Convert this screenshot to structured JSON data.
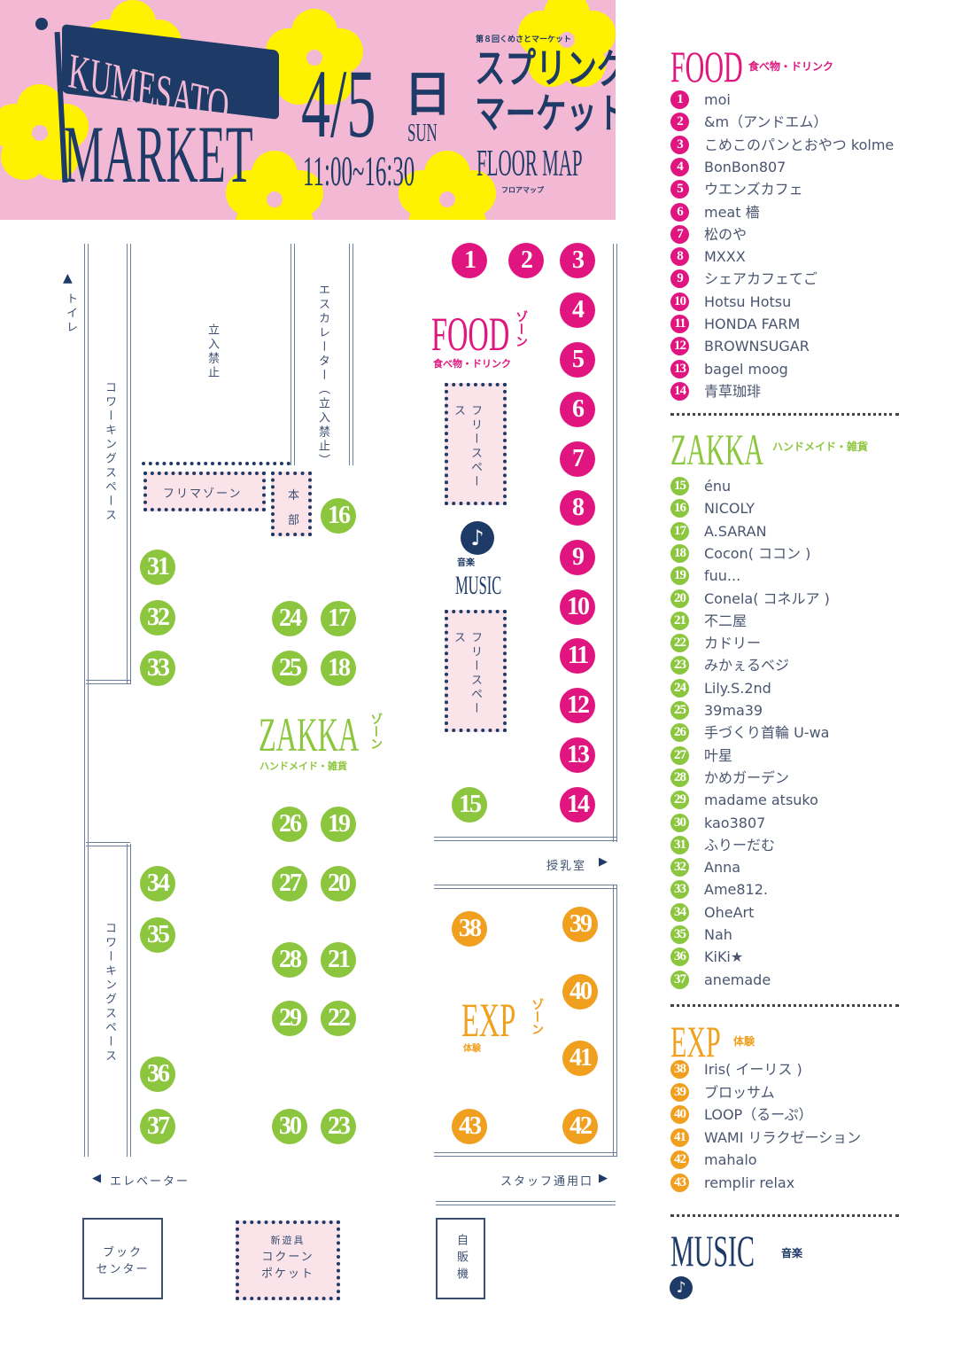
{
  "header": {
    "logo_top": "KUMESATO",
    "logo_bottom": "MARKET",
    "date": "4/5",
    "day_kanji": "日",
    "day_en": "SUN",
    "time": "11:00~16:30",
    "edition": "第８回くめさとマーケット",
    "event_name_line1": "スプリング",
    "event_name_line2": "マーケット",
    "floor_map": "FLOOR MAP",
    "floor_map_kana": "フロアマップ"
  },
  "colors": {
    "food": "#e0157f",
    "zakka": "#8cc63f",
    "exp": "#f0a01e",
    "navy": "#1e3a66",
    "header_bg": "#f3b9d4",
    "flower": "#fff200"
  },
  "map": {
    "toilet": "トイレ",
    "coworking_top": "コワーキングスペース",
    "coworking_bottom": "コワーキングスペース",
    "no_entry": "立入禁止",
    "escalator": "エスカレーター（立入禁止）",
    "flea_zone": "フリマゾーン",
    "hq": "本部",
    "free_space_1": "フリースペース",
    "free_space_2": "フリースペース",
    "food_zone": "FOOD",
    "food_zone_suffix": "ゾーン",
    "food_zone_sub": "食べ物・ドリンク",
    "music_label_jp": "音楽",
    "music_label": "MUSIC",
    "zakka_zone": "ZAKKA",
    "zakka_zone_suffix": "ゾーン",
    "zakka_zone_sub": "ハンドメイド・雑貨",
    "exp_zone": "EXP",
    "exp_zone_suffix": "ゾーン",
    "exp_zone_sub": "体験",
    "nursing_room": "授乳室",
    "elevator": "エレベーター",
    "staff_entrance": "スタッフ通用口",
    "book_center_1": "ブック",
    "book_center_2": "センター",
    "kokoon_1": "新遊具",
    "kokoon_2": "コクーン",
    "kokoon_3": "ポケット",
    "vending": "自販機"
  },
  "legend": {
    "food": {
      "title": "FOOD",
      "subtitle": "食べ物・ドリンク",
      "items": [
        {
          "no": "1",
          "name": "moi"
        },
        {
          "no": "2",
          "name": "&m（アンドエム）"
        },
        {
          "no": "3",
          "name": "こめこのパンとおやつ kolme"
        },
        {
          "no": "4",
          "name": "BonBon807"
        },
        {
          "no": "5",
          "name": "ウエンズカフェ"
        },
        {
          "no": "6",
          "name": "meat 檣"
        },
        {
          "no": "7",
          "name": "松のや"
        },
        {
          "no": "8",
          "name": "MXXX"
        },
        {
          "no": "9",
          "name": "シェアカフェてご"
        },
        {
          "no": "10",
          "name": "Hotsu Hotsu"
        },
        {
          "no": "11",
          "name": "HONDA FARM"
        },
        {
          "no": "12",
          "name": "BROWNSUGAR"
        },
        {
          "no": "13",
          "name": "bagel moog"
        },
        {
          "no": "14",
          "name": "青草珈琲"
        }
      ]
    },
    "zakka": {
      "title": "ZAKKA",
      "subtitle": "ハンドメイド・雑貨",
      "items": [
        {
          "no": "15",
          "name": "énu"
        },
        {
          "no": "16",
          "name": "NICOLY"
        },
        {
          "no": "17",
          "name": "A.SARAN"
        },
        {
          "no": "18",
          "name": "Cocon( ココン )"
        },
        {
          "no": "19",
          "name": "fuu..."
        },
        {
          "no": "20",
          "name": "Conela( コネルア )"
        },
        {
          "no": "21",
          "name": "不二屋"
        },
        {
          "no": "22",
          "name": "カドリー"
        },
        {
          "no": "23",
          "name": "みかぇるベジ"
        },
        {
          "no": "24",
          "name": "Lily.S.2nd"
        },
        {
          "no": "25",
          "name": "39ma39"
        },
        {
          "no": "26",
          "name": "手づくり首輪 U-wa"
        },
        {
          "no": "27",
          "name": "叶星"
        },
        {
          "no": "28",
          "name": "かめガーデン"
        },
        {
          "no": "29",
          "name": "madame atsuko"
        },
        {
          "no": "30",
          "name": "kao3807"
        },
        {
          "no": "31",
          "name": "ふりーだむ"
        },
        {
          "no": "32",
          "name": "Anna"
        },
        {
          "no": "33",
          "name": "Ame812."
        },
        {
          "no": "34",
          "name": "OheArt"
        },
        {
          "no": "35",
          "name": "Nah"
        },
        {
          "no": "36",
          "name": "KiKi★"
        },
        {
          "no": "37",
          "name": "anemade"
        }
      ]
    },
    "exp": {
      "title": "EXP",
      "subtitle": "体験",
      "items": [
        {
          "no": "38",
          "name": "Iris( イーリス )"
        },
        {
          "no": "39",
          "name": "ブロッサム"
        },
        {
          "no": "40",
          "name": "LOOP（るーぷ）"
        },
        {
          "no": "41",
          "name": "WAMI リラクゼーション"
        },
        {
          "no": "42",
          "name": "mahalo"
        },
        {
          "no": "43",
          "name": "remplir relax"
        }
      ]
    },
    "music": {
      "title": "MUSIC",
      "subtitle": "音楽"
    }
  }
}
